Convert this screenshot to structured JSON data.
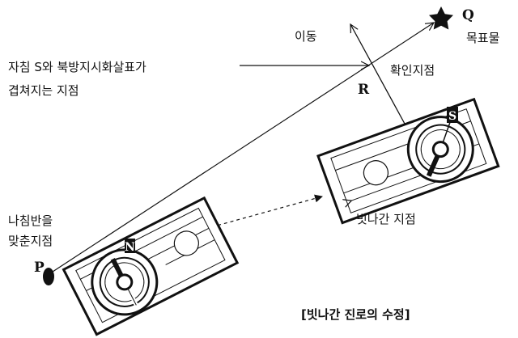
{
  "labels": {
    "move": "이동",
    "target_letter": "Q",
    "target_name": "목표물",
    "overlap_line1": "자침 S와 북방지시화살표가",
    "overlap_line2": "겹쳐지는 지점",
    "confirm_point": "확인지점",
    "r_letter": "R",
    "set_line1": "나침반을",
    "set_line2": "맞춘지점",
    "p_letter": "P",
    "deviated_point": "빗나간 지점",
    "needle_n": "N",
    "needle_s": "S"
  },
  "caption": "[빗나간 진로의 수정]",
  "colors": {
    "ink": "#111111",
    "background": "#ffffff"
  },
  "icons": {
    "target": "star-icon",
    "start": "dot-marker-icon"
  }
}
